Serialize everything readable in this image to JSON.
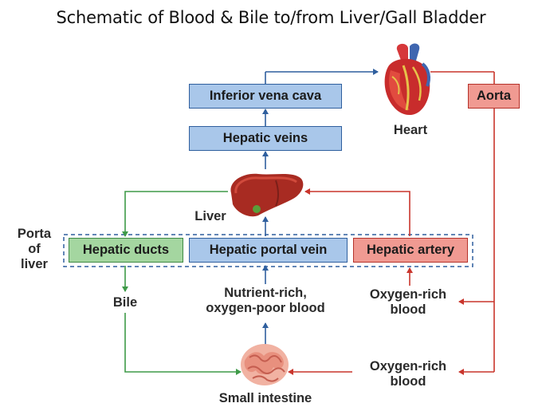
{
  "title": "Schematic of Blood & Bile to/from Liver/Gall Bladder",
  "boxes": {
    "inferior_vena_cava": "Inferior vena cava",
    "hepatic_veins": "Hepatic veins",
    "aorta": "Aorta",
    "hepatic_ducts": "Hepatic ducts",
    "hepatic_portal_vein": "Hepatic portal vein",
    "hepatic_artery": "Hepatic artery"
  },
  "labels": {
    "heart": "Heart",
    "liver": "Liver",
    "porta": [
      "Porta",
      "of",
      "liver"
    ],
    "bile": "Bile",
    "nutrient_blood": [
      "Nutrient-rich,",
      "oxygen-poor blood"
    ],
    "oxygen_blood_upper": [
      "Oxygen-rich",
      "blood"
    ],
    "oxygen_blood_lower": [
      "Oxygen-rich",
      "blood"
    ],
    "small_intestine": "Small intestine"
  },
  "colors": {
    "vein_blue": "#2f5f9e",
    "artery_red": "#c9352c",
    "bile_green": "#3e9a48",
    "blue_box": "#a9c7ea",
    "green_box": "#a4d6a0",
    "red_box": "#f09a92"
  }
}
